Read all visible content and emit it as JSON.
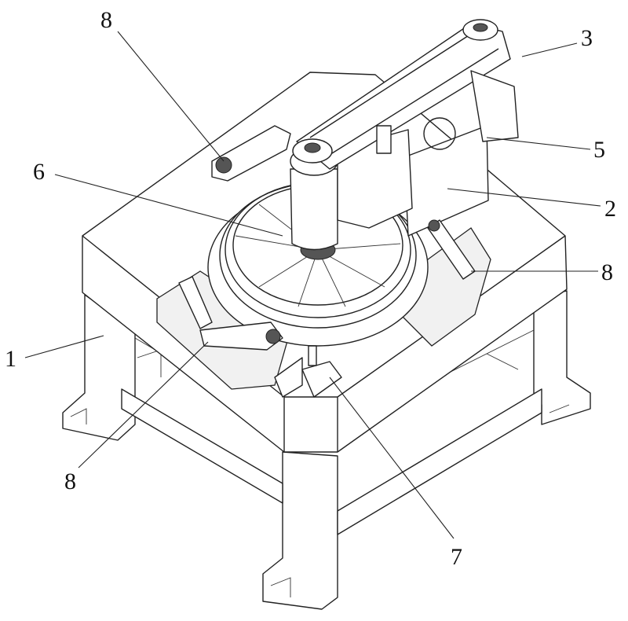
{
  "figure": {
    "labels": {
      "frame": "1",
      "housing": "2",
      "belt_drive": "3",
      "motor": "5",
      "turntable": "6",
      "fixture": "7",
      "arm_top_left": "8",
      "arm_right": "8",
      "arm_bottom_left": "8"
    }
  }
}
